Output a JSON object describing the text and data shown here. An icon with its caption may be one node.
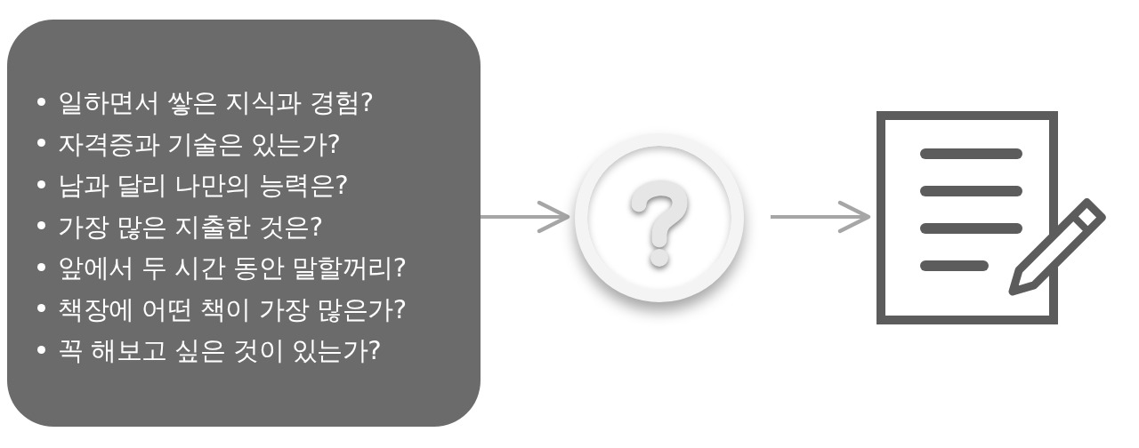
{
  "diagram": {
    "nodes": [
      {
        "text": [
          "일하면서 쌓은 지식과 경험?",
          "자격증과 기술은 있는가?",
          "남과 달리 나만의 능력은?",
          "가장 많은 지출한 것은?",
          "앞에서 두 시간 동안 말할꺼리?",
          "책장에 어떤 책이 가장 많은가?",
          "꼭 해보고 싶은 것이 있는가?"
        ]
      },
      {
        "text": [],
        "shape": "circle"
      },
      {
        "text": [],
        "shape": "picture"
      }
    ],
    "edges": [
      {
        "from": 0,
        "to": 1,
        "arrow": "to"
      },
      {
        "from": 1,
        "to": 2,
        "arrow": "to"
      }
    ]
  }
}
